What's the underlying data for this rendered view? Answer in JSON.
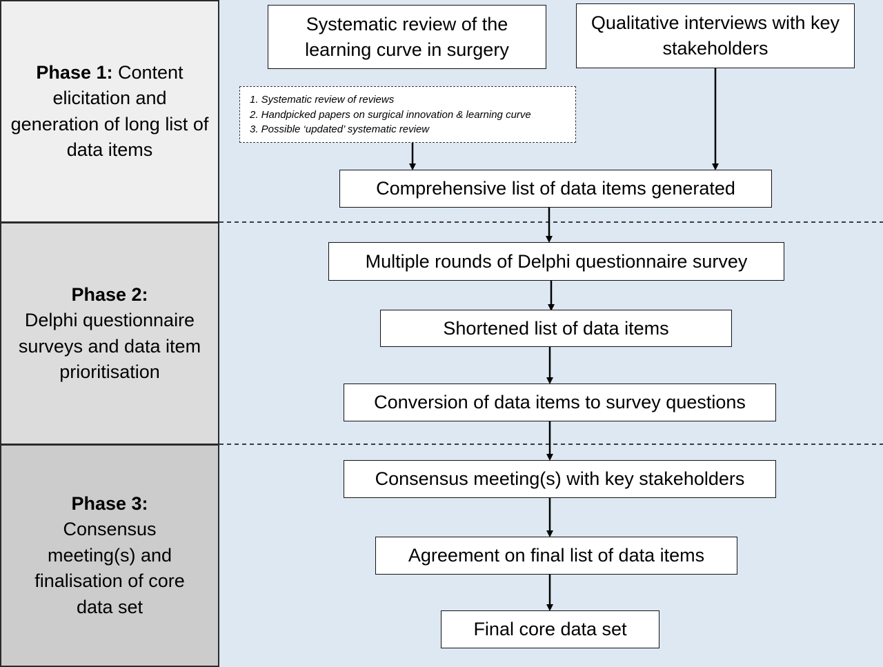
{
  "phases": [
    {
      "title": "Phase 1:",
      "text": " Content elicitation and generation of long list of data items"
    },
    {
      "title": "Phase 2:",
      "text": "Delphi questionnaire surveys and data item prioritisation"
    },
    {
      "title": "Phase 3:",
      "text": "Consensus meeting(s) and finalisation of core data set"
    }
  ],
  "boxes": {
    "systematic_review": "Systematic review of the learning curve in surgery",
    "qualitative_interviews": "Qualitative interviews with key stakeholders",
    "comprehensive_list": "Comprehensive list of data items generated",
    "delphi_rounds": "Multiple rounds of Delphi questionnaire survey",
    "shortened_list": "Shortened list of data items",
    "conversion": "Conversion of data items to survey questions",
    "consensus_meeting": "Consensus meeting(s) with key stakeholders",
    "agreement": "Agreement on final list of data items",
    "final_core": "Final core data set"
  },
  "note_items": [
    "1. Systematic review of reviews",
    "2. Handpicked papers on surgical innovation & learning curve",
    "3. Possible ‘updated’ systematic review"
  ]
}
